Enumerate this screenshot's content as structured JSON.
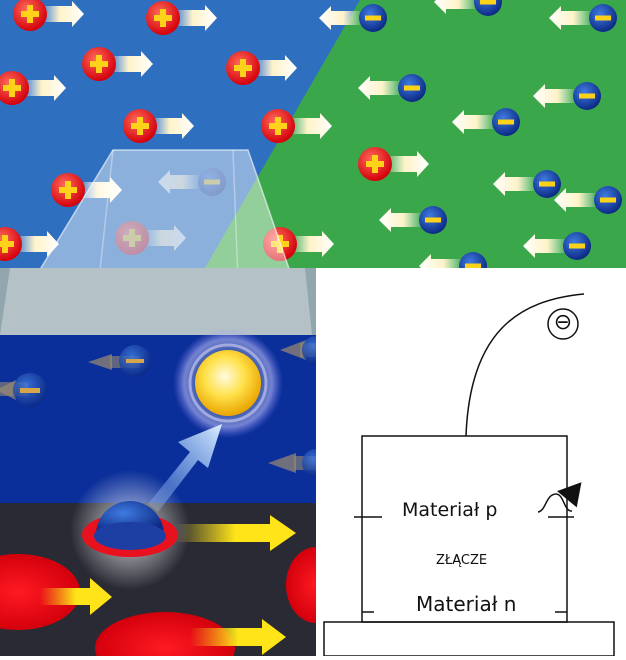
{
  "diagram": {
    "material_p_label": "Materiał p",
    "junction_label": "ZŁĄCZE",
    "material_n_label": "Materiał n",
    "electron_terminal_symbol": "⊖"
  },
  "colors": {
    "p_region": "#2f6fc0",
    "n_region": "#3aa84a",
    "conduction_band": "#0b2f9a",
    "valence_band": "#2a2a35",
    "hole": "#e8121e",
    "electron": "#1d3fa3",
    "arrow_yellow": "#ffe419",
    "photon": "#ffd200"
  }
}
